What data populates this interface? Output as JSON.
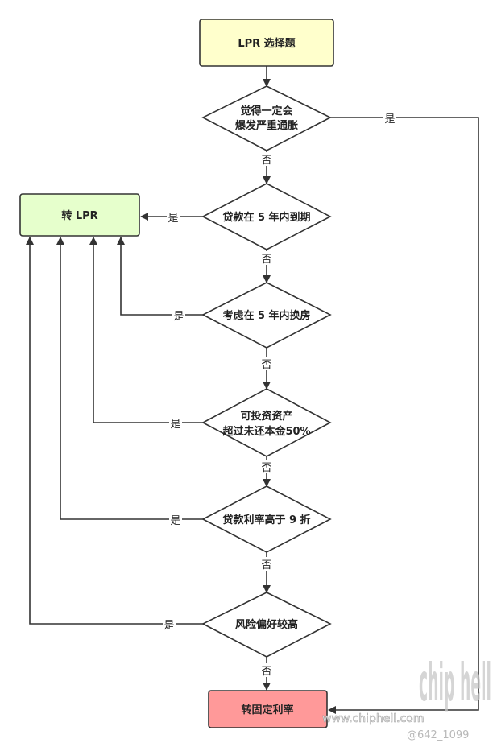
{
  "nodes": {
    "start": {
      "label": "LPR 选择题",
      "color": "#ffffcc"
    },
    "q1": {
      "line1": "觉得一定会",
      "line2": "爆发严重通胀"
    },
    "q2": {
      "label": "贷款在 5 年内到期"
    },
    "q3": {
      "label": "考虑在 5 年内换房"
    },
    "q4": {
      "line1": "可投资资产",
      "line2": "超过未还本金50%"
    },
    "q5": {
      "label": "贷款利率高于 9 折"
    },
    "q6": {
      "label": "风险偏好较高"
    },
    "lpr": {
      "label": "转 LPR",
      "color": "#e6ffcc"
    },
    "fixed": {
      "label": "转固定利率",
      "color": "#ff9999"
    }
  },
  "edges": {
    "yes": "是",
    "no": "否"
  },
  "watermark": {
    "logo": "chip hell",
    "url": "www.chiphell.com",
    "weibo": "@642_1099"
  }
}
